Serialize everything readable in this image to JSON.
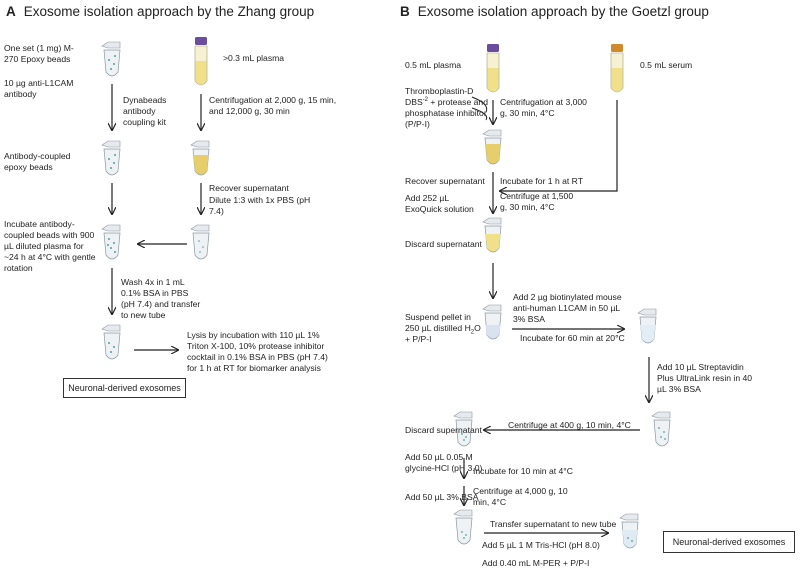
{
  "panel_a": {
    "letter": "A",
    "title": "Exosome isolation approach by the Zhang group",
    "beads": "One set (1 mg) M-270 Epoxy beads",
    "antibody": "10 µg anti-L1CAM antibody",
    "plasma": ">0.3 mL plasma",
    "coupling": "Dynabeads antibody coupling kit",
    "centrifugation": "Centrifugation at 2,000 g, 15 min, and 12,000 g, 30 min",
    "coupled_beads": "Antibody-coupled epoxy beads",
    "recover": "Recover supernatant",
    "dilute": "Dilute 1:3 with 1x PBS (pH 7.4)",
    "incubate": "Incubate antibody-coupled beads with 900 µL diluted plasma for ~24 h at 4°C with gentle rotation",
    "wash": "Wash 4x in 1 mL 0.1% BSA in PBS (pH 7.4) and transfer to new tube",
    "lysis": "Lysis by incubation with 110 µL 1% Triton X-100, 10% protease inhibitor cocktail in 0.1% BSA in PBS (pH 7.4) for 1 h at RT for biomarker analysis",
    "result": "Neuronal-derived exosomes"
  },
  "panel_b": {
    "letter": "B",
    "title": "Exosome isolation approach by the Goetzl group",
    "plasma": "0.5 mL plasma",
    "serum": "0.5 mL serum",
    "thromboplastin": "Thromboplastin-D",
    "dbs_pre": "DBS",
    "dbs_sup": "-2",
    "dbs_post": " + protease and phosphatase inhibitor (P/P-I)",
    "centrifugation1": "Centrifugation at 3,000 g, 30 min, 4°C",
    "recover": "Recover supernatant",
    "incubate1": "Incubate for 1 h at RT",
    "exoquick": "Add 252 µL ExoQuick solution",
    "centrifuge2": "Centrifuge at 1,500 g, 30 min, 4°C",
    "discard1": "Discard supernatant",
    "suspend_pre": "Suspend pellet in 250 µL distilled H",
    "suspend_sub": "2",
    "suspend_post": "O + P/P-I",
    "biotin": "Add 2 µg biotinylated mouse anti-human L1CAM in 50 µL 3% BSA",
    "incubate60": "Incubate for 60 min at 20°C",
    "streptavidin": "Add 10 µL Streptavidin Plus UltraLink resin in 40 µL 3% BSA",
    "centrifuge400": "Centrifuge at 400 g, 10 min, 4°C",
    "discard2": "Discard supernatant",
    "glycine": "Add 50 µL 0.05 M glycine-HCl (pH  3.0)",
    "incubate10": "Incubate for 10 min at 4°C",
    "bsa": "Add 50 µL 3% BSA",
    "centrifuge4000": "Centrifuge at 4,000 g, 10 min, 4°C",
    "transfer": "Transfer supernatant to new tube",
    "tris": "Add 5 µL 1 M Tris-HCl (pH 8.0)",
    "mper": "Add 0.40 mL M-PER + P/P-I",
    "result": "Neuronal-derived exosomes"
  },
  "colors": {
    "purple_cap": "#6b4d9e",
    "orange_cap": "#d08a2a",
    "plasma": "#f1e08a",
    "tube": "#cfd8df",
    "bead": "#4aa3a0",
    "arrow": "#222222"
  }
}
